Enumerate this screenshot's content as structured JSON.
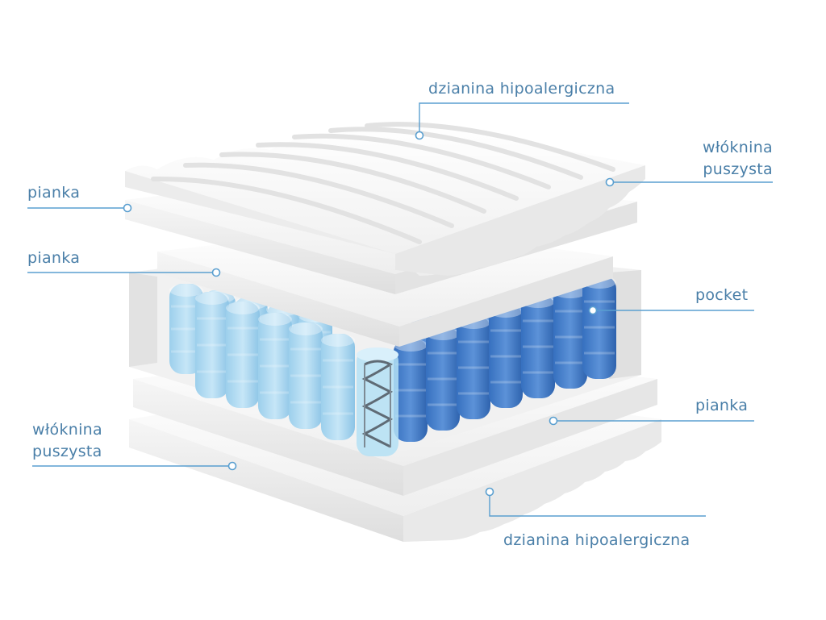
{
  "colors": {
    "callout": "#5a9fd0",
    "label_text": "#4a7fa8",
    "light_coil": "#a8d6ef",
    "dark_coil": "#3f79c7",
    "foam": "#f3f3f3"
  },
  "labels": {
    "top_knit": "dzianina hipoalergiczna",
    "top_fiber_line1": "włóknina",
    "top_fiber_line2": "puszysta",
    "foam_1": "pianka",
    "foam_2": "pianka",
    "pocket": "pocket",
    "foam_3": "pianka",
    "bottom_fiber_line1": "włóknina",
    "bottom_fiber_line2": "puszysta",
    "bottom_knit": "dzianina hipoalergiczna"
  }
}
